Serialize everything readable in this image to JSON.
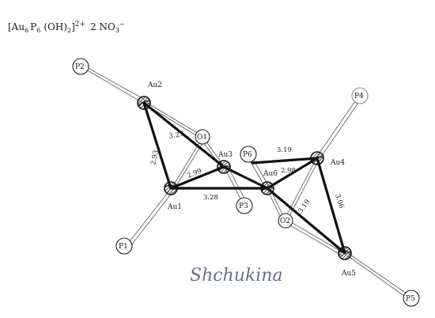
{
  "formula": {
    "main": "[Au",
    "s1": "6",
    "p": "P",
    "s2": "6",
    "oh": "(OH)",
    "s3": "2",
    "close": "]",
    "charge": "2+",
    "anion": "2 NO",
    "s4": "3",
    "anion_charge": "−"
  },
  "atoms": {
    "au1": "Au1",
    "au2": "Au2",
    "au3": "Au3",
    "au4": "Au4",
    "au5": "Au5",
    "au6": "Au6",
    "o1": "O1",
    "o2": "O2",
    "p1": "P1",
    "p2": "P2",
    "p3": "P3",
    "p4": "P4",
    "p5": "P5",
    "p6": "P6"
  },
  "distances": {
    "au1_au2": "2.93",
    "au2_au3": "3.27",
    "au1_au3": "2.99",
    "au1_au6": "3.28",
    "au6_au4": "3.19",
    "au3_au6": "2.98",
    "au6_au5": "3.19",
    "au4_au5": "3.06"
  },
  "signature": "Shchukina"
}
